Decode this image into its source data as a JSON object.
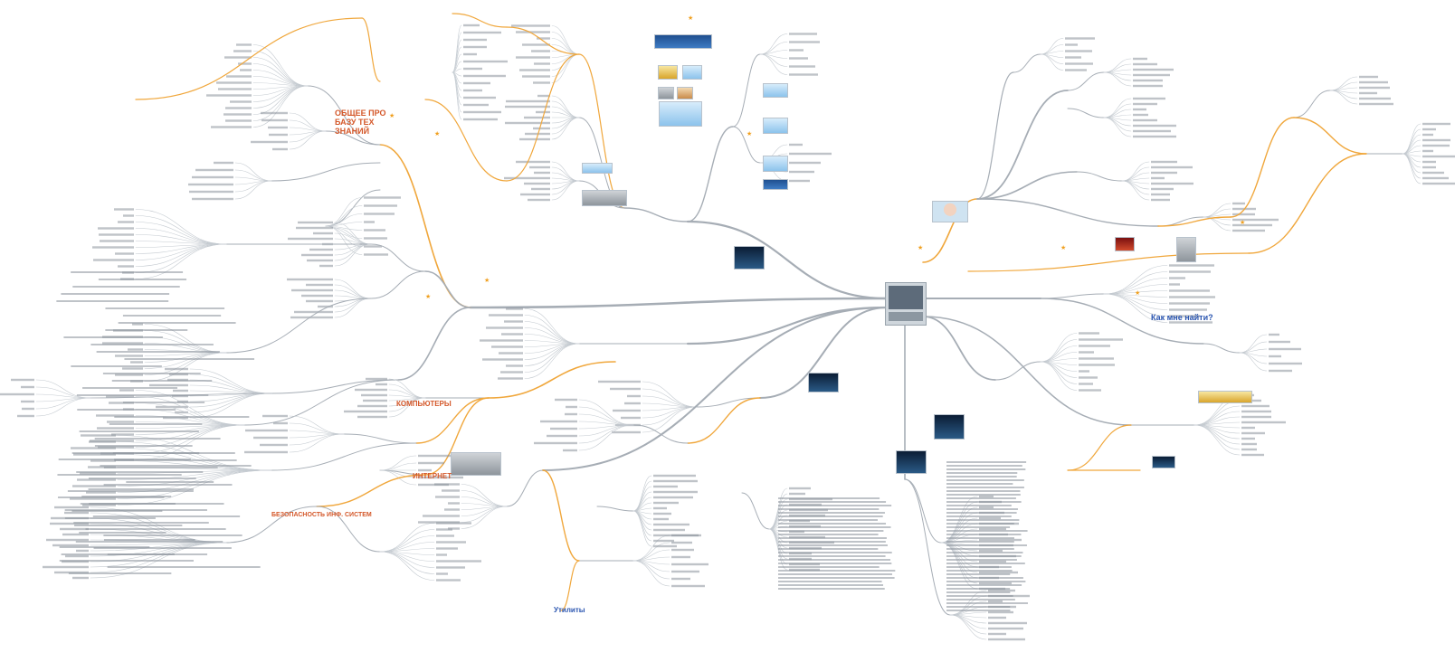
{
  "colors": {
    "branch_gray": "#a6adb5",
    "branch_orange": "#f0a73c",
    "title_orange": "#d4582a",
    "title_blue": "#2a55b0",
    "text_gray": "#8a929b"
  },
  "labels": {
    "north_title": "ОБЩЕЕ ПРО БАЗУ ТЕХ ЗНАНИЙ",
    "west_title": "КОМПЬЮТЕРЫ",
    "internet_title": "ИНТЕРНЕТ",
    "southwest_title": "БЕЗОПАСНОСТЬ ИНФ. СИСТЕМ",
    "south_title": "Утилиты",
    "east_title": "Как мне найти?"
  },
  "icons": [
    "star-icon",
    "flag-icon",
    "warning-icon",
    "image-thumbnail"
  ]
}
